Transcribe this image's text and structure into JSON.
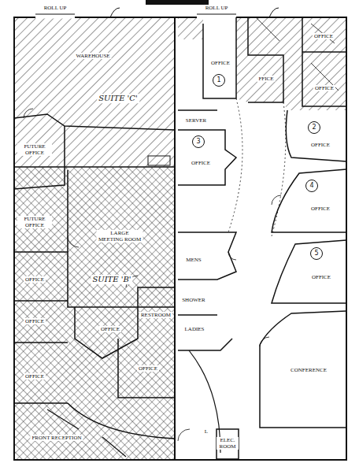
{
  "diagram": {
    "nodes": [
      {
        "text": [
          "WAREHOUSE",
          "SUITE 'C'"
        ]
      },
      {
        "text": [
          "FUTURE OFFICE"
        ]
      },
      {
        "text": [
          "LARGE MEETING ROOM",
          "SUITE 'B'"
        ]
      },
      {
        "text": [
          "FUTURE OFFICE"
        ]
      },
      {
        "text": [
          "OFFICE"
        ]
      },
      {
        "text": [
          "OFFICE"
        ]
      },
      {
        "text": [
          "OFFICE"
        ]
      },
      {
        "text": [
          "RESTROOM"
        ]
      },
      {
        "text": [
          "OFFICE"
        ]
      },
      {
        "text": [
          "OFFICE"
        ]
      },
      {
        "text": [
          "FRONT RECEPTION"
        ]
      },
      {
        "text": [
          "OFFICE"
        ]
      },
      {
        "text": [
          "1"
        ],
        "in": 11
      },
      {
        "text": [
          "OFFICE"
        ]
      },
      {
        "text": [
          "FFICE"
        ]
      },
      {
        "text": [
          "OFFICE"
        ]
      },
      {
        "text": [
          "SERVER"
        ]
      },
      {
        "text": [
          "OFFICE"
        ]
      },
      {
        "text": [
          "3"
        ],
        "in": 17
      },
      {
        "text": [
          "OFFICE"
        ]
      },
      {
        "text": [
          "2"
        ],
        "in": 19
      },
      {
        "text": [
          "OFFICE"
        ]
      },
      {
        "text": [
          "4"
        ],
        "in": 21
      },
      {
        "text": [
          "OFFICE"
        ]
      },
      {
        "text": [
          "5"
        ],
        "in": 23
      },
      {
        "text": [
          "MENS"
        ]
      },
      {
        "text": [
          "SHOWER"
        ]
      },
      {
        "text": [
          "LADIES"
        ]
      },
      {
        "text": [
          "CONFERENCE"
        ]
      },
      {
        "text": [
          "ELEC. ROOM"
        ]
      },
      {
        "text": [
          "L"
        ]
      }
    ],
    "labels": [
      "ROLL UP",
      "ROLL UP"
    ]
  }
}
